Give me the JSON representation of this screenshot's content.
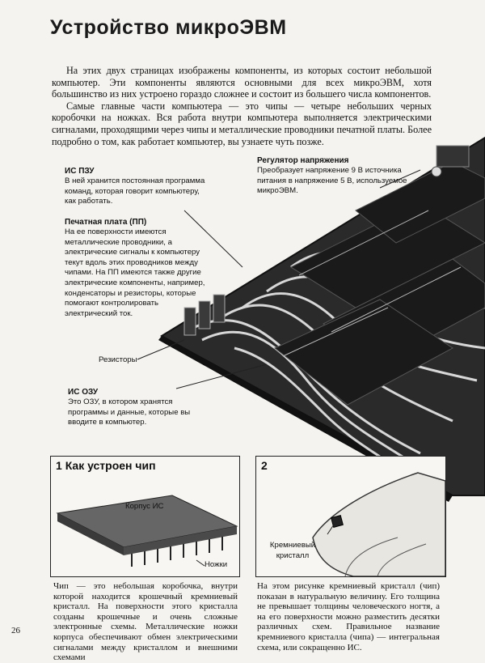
{
  "page": {
    "title": "Устройство микроЭВМ",
    "page_number": "26"
  },
  "intro": {
    "para1": "На этих двух страницах изображены компоненты, из которых состоит небольшой компьютер. Эти компоненты являются основными для всех микроЭВМ, хотя большинство из них устроено гораздо сложнее и состоит из большего числа компонентов.",
    "para2": "Самые главные части компьютера — это чипы — четыре небольших черных коробочки на ножках. Вся работа внутри компьютера выполняется электрическими сигналами, проходящими через чипы и металлические проводники печатной платы. Более подробно о том, как работает компьютер, вы узнаете чуть позже."
  },
  "annotations": {
    "rom": {
      "label": "ИС ПЗУ",
      "text": "В ней хранится постоянная программа команд, которая говорит компьютеру, как работать."
    },
    "pcb": {
      "label": "Печатная плата (ПП)",
      "text": "На ее поверхности имеются металлические проводники, а электрические сигналы к компьютеру текут вдоль этих проводников между чипами. На ПП имеются также другие электрические компоненты, например, конденсаторы и резисторы, которые помогают контролировать электрический ток."
    },
    "resistors": {
      "label": "Резисторы"
    },
    "ram": {
      "label": "ИС ОЗУ",
      "text": "Это ОЗУ, в котором хранятся программы и данные, которые вы вводите в компьютер."
    },
    "regulator": {
      "label": "Регулятор напряжения",
      "text": "Преобразует напряжение 9 В источника питания в напряжение 5 В, используемое микроЭВМ."
    }
  },
  "box1": {
    "number": "1",
    "heading": "Как устроен чип",
    "case_label": "Корпус ИС",
    "legs_label": "Ножки",
    "caption": "Чип — это небольшая коробочка, внутри которой находится крошечный кремниевый кристалл. На поверхности этого кристалла созданы крошечные и очень сложные электронные схемы. Металлические ножки корпуса обеспечивают обмен электрическими сигналами между кристаллом и внешними схемами"
  },
  "box2": {
    "number": "2",
    "crystal_label": "Кремниевый кристалл",
    "caption": "На этом рисунке кремниевый кристалл (чип) показан в натуральную величину. Его толщина не превышает толщины человеческого ногтя, а на его поверхности можно разместить десятки различных схем. Правильное название кремниевого кристалла (чипа) — интегральная схема, или сокращенно ИС."
  }
}
